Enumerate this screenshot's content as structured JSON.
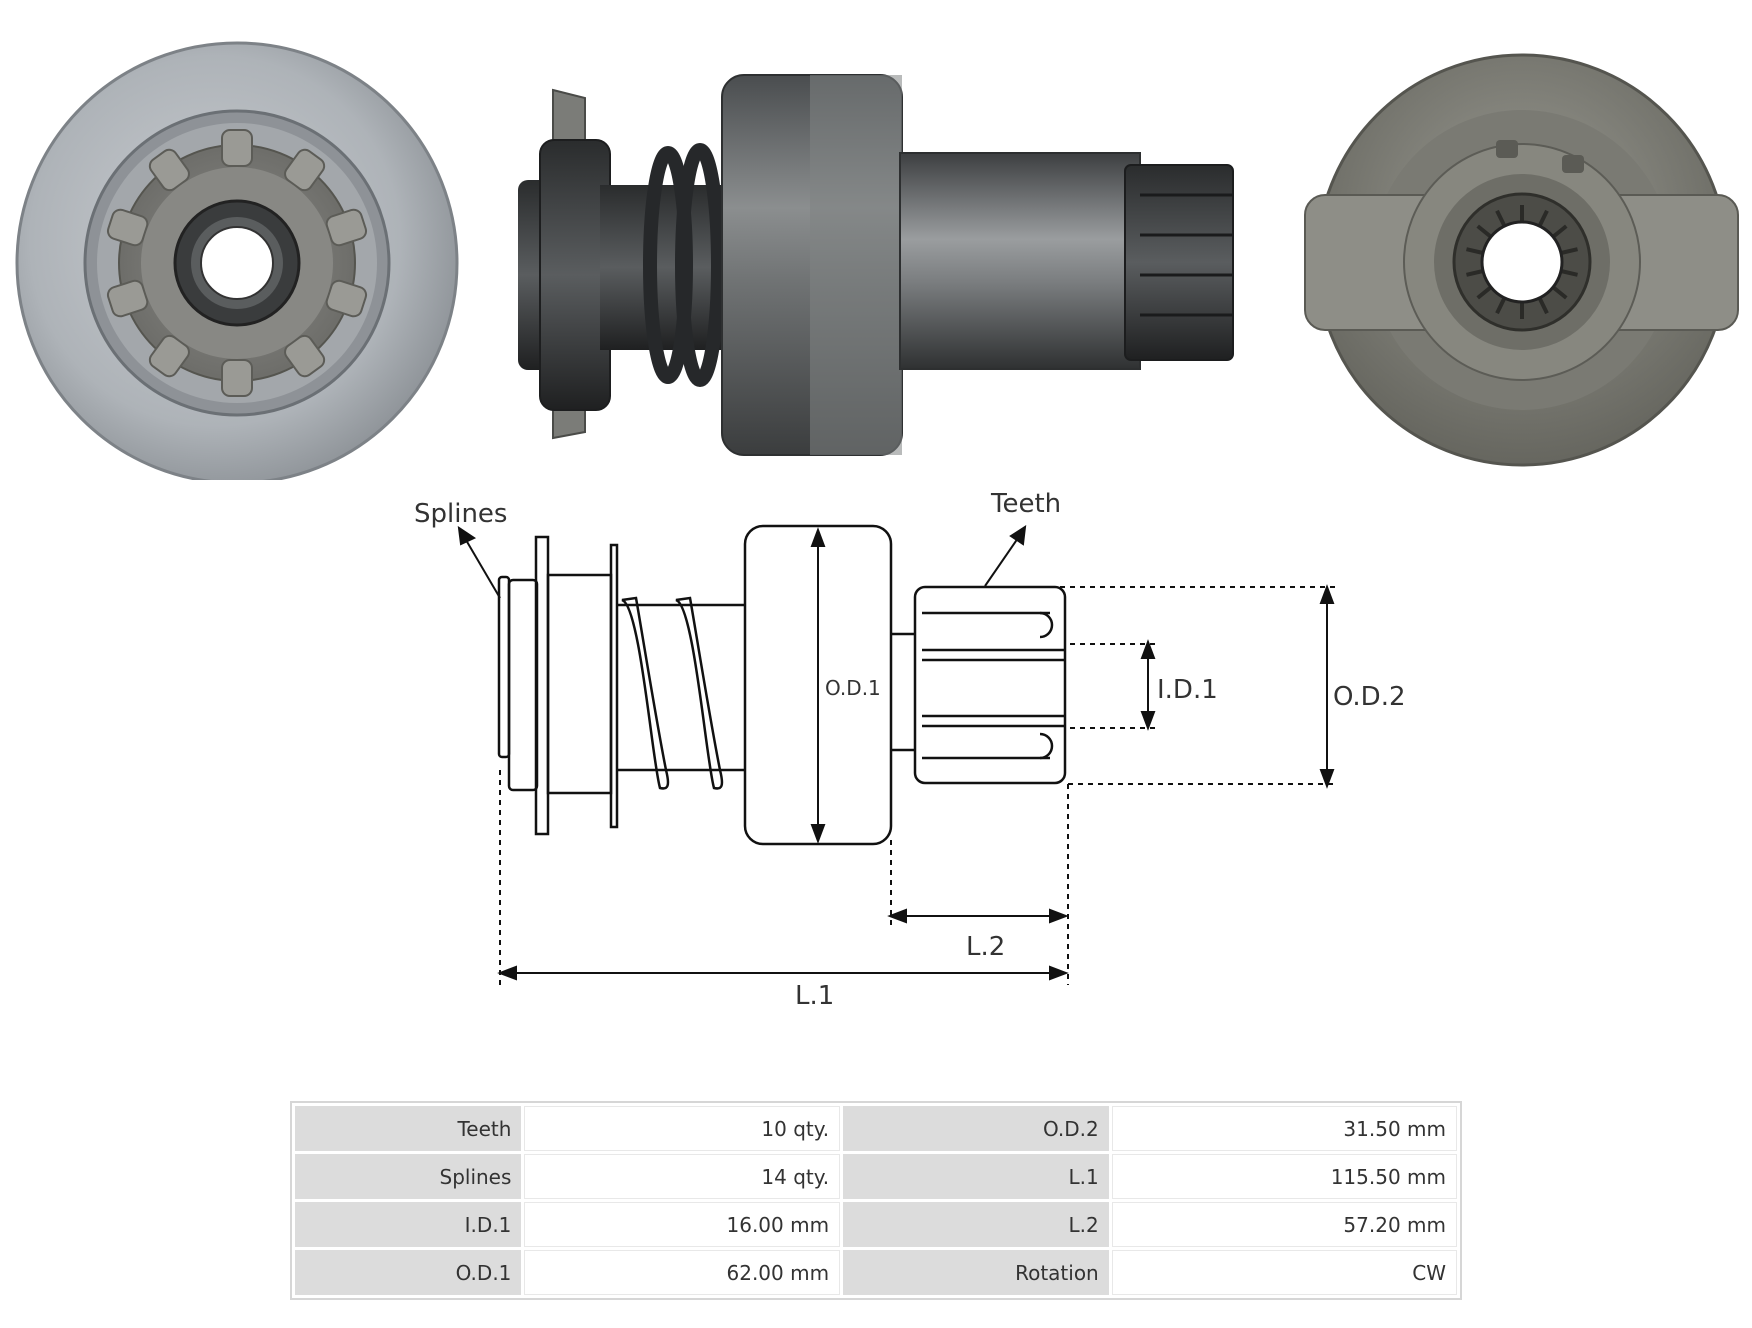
{
  "diagram": {
    "labels": {
      "splines": "Splines",
      "teeth": "Teeth",
      "od1": "O.D.1",
      "id1": "I.D.1",
      "od2": "O.D.2",
      "l2": "L.2",
      "l1": "L.1"
    }
  },
  "specs": {
    "rows": [
      {
        "label": "Teeth",
        "value": "10 qty.",
        "label2": "O.D.2",
        "value2": "31.50 mm"
      },
      {
        "label": "Splines",
        "value": "14 qty.",
        "label2": "L.1",
        "value2": "115.50 mm"
      },
      {
        "label": "I.D.1",
        "value": "16.00 mm",
        "label2": "L.2",
        "value2": "57.20 mm"
      },
      {
        "label": "O.D.1",
        "value": "62.00 mm",
        "label2": "Rotation",
        "value2": "CW"
      }
    ]
  }
}
